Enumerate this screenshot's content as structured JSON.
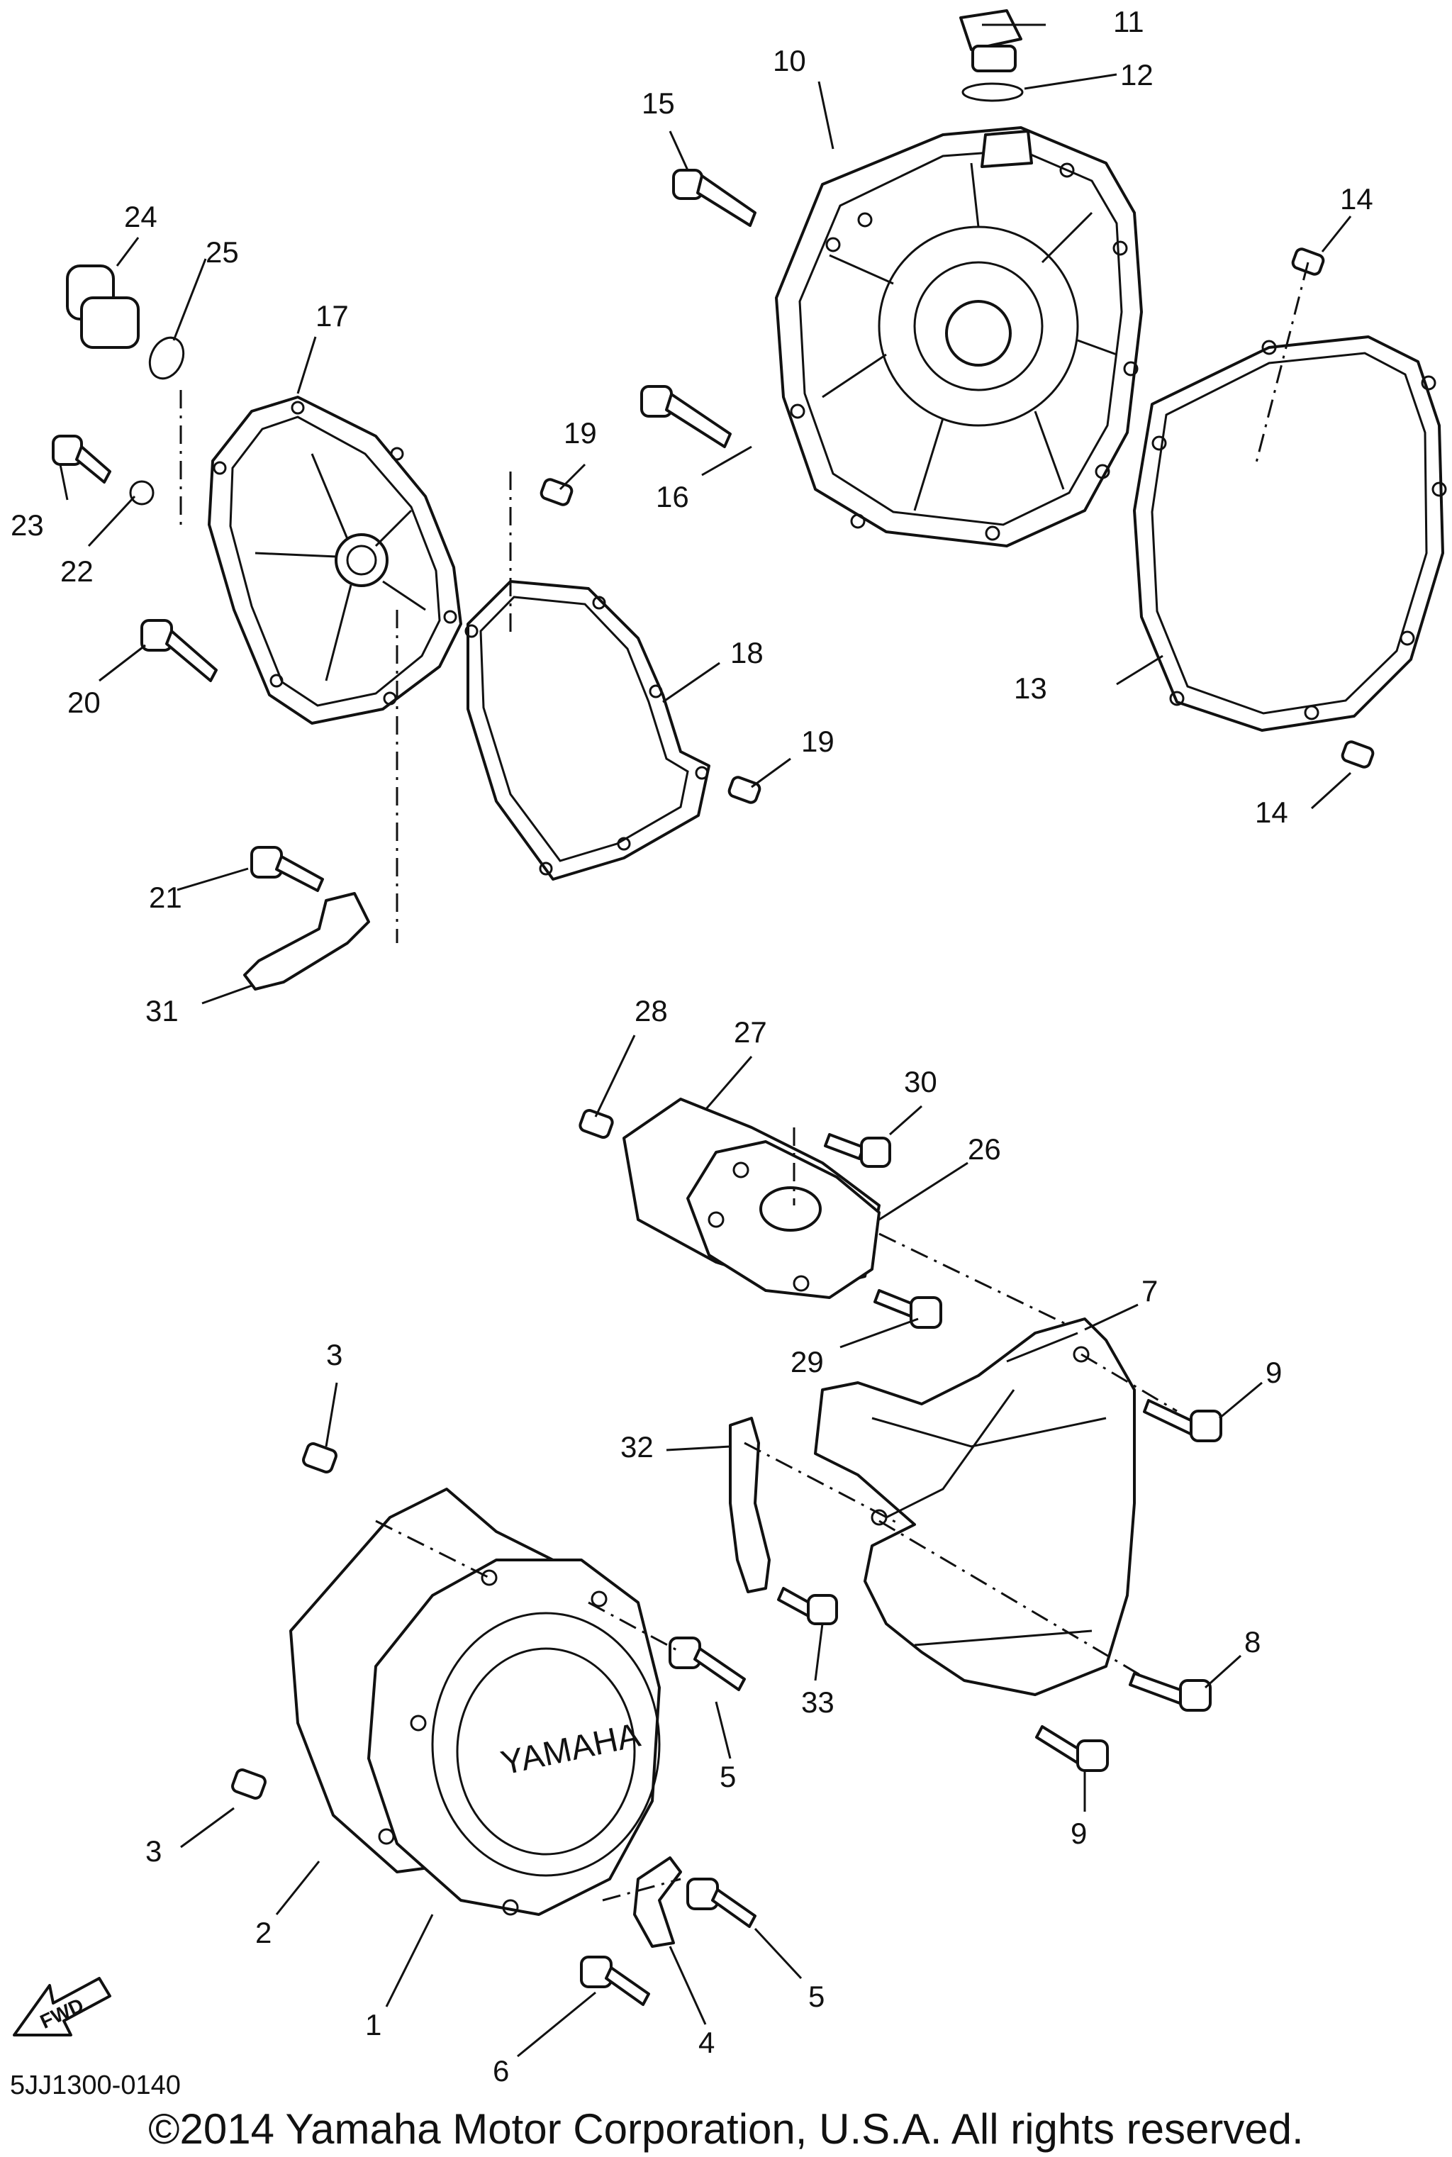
{
  "diagram_code": "5JJ1300-0140",
  "copyright": "©2014 Yamaha Motor Corporation, U.S.A. All rights reserved.",
  "brand_mark": "YAMAHA",
  "direction_arrow": "FWD",
  "callouts": {
    "c1": "1",
    "c2": "2",
    "c3a": "3",
    "c3b": "3",
    "c4": "4",
    "c5a": "5",
    "c5b": "5",
    "c6": "6",
    "c7": "7",
    "c8": "8",
    "c9a": "9",
    "c9b": "9",
    "c10": "10",
    "c11": "11",
    "c12": "12",
    "c13": "13",
    "c14a": "14",
    "c14b": "14",
    "c15": "15",
    "c16": "16",
    "c17": "17",
    "c18": "18",
    "c19a": "19",
    "c19b": "19",
    "c20": "20",
    "c21": "21",
    "c22": "22",
    "c23": "23",
    "c24": "24",
    "c25": "25",
    "c26": "26",
    "c27": "27",
    "c28": "28",
    "c29": "29",
    "c30": "30",
    "c31": "31",
    "c32": "32",
    "c33": "33"
  }
}
